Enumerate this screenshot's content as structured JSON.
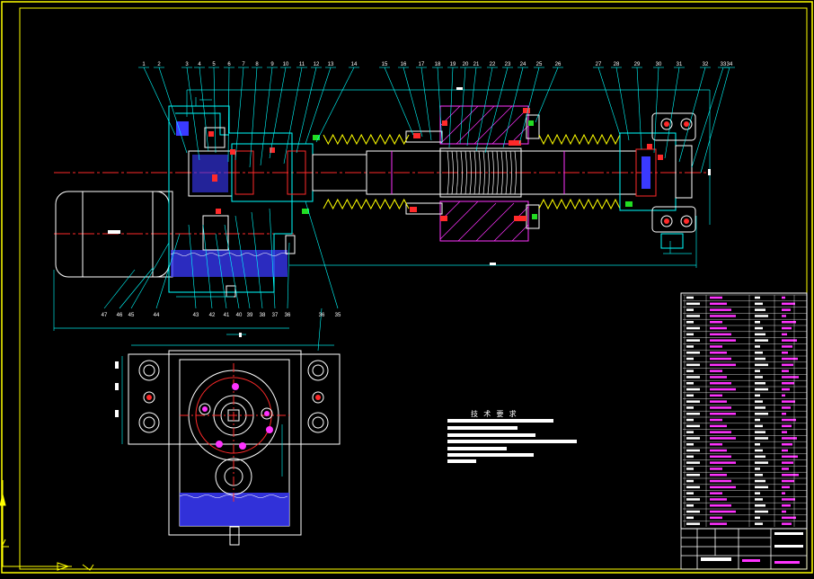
{
  "drawing": {
    "background": "#000000",
    "colors": {
      "frame": "#ffff00",
      "outline": "#00ffff",
      "blue": "#3a3aff",
      "red": "#ff2a2a",
      "magenta": "#ff33ff",
      "white": "#ffffff",
      "green": "#22dd22",
      "dim": "#00e0e0"
    },
    "balloons_top": [
      "1",
      "2",
      "3",
      "4",
      "5",
      "6",
      "7",
      "8",
      "9",
      "10",
      "11",
      "12",
      "13",
      "14",
      "15",
      "16",
      "17",
      "18",
      "19",
      "20",
      "21",
      "22",
      "23",
      "24",
      "25",
      "26",
      "27",
      "28",
      "29",
      "30",
      "31",
      "32",
      "33",
      "34"
    ],
    "balloons_bottom_left": [
      "47",
      "46",
      "45",
      "44",
      "43",
      "42",
      "41",
      "40",
      "39",
      "38",
      "37",
      "36"
    ],
    "balloons_bottom_mid": [
      "35",
      "36"
    ],
    "tech_title": "技 术 要 求",
    "icons": [
      "ucs-axis-icon"
    ]
  }
}
